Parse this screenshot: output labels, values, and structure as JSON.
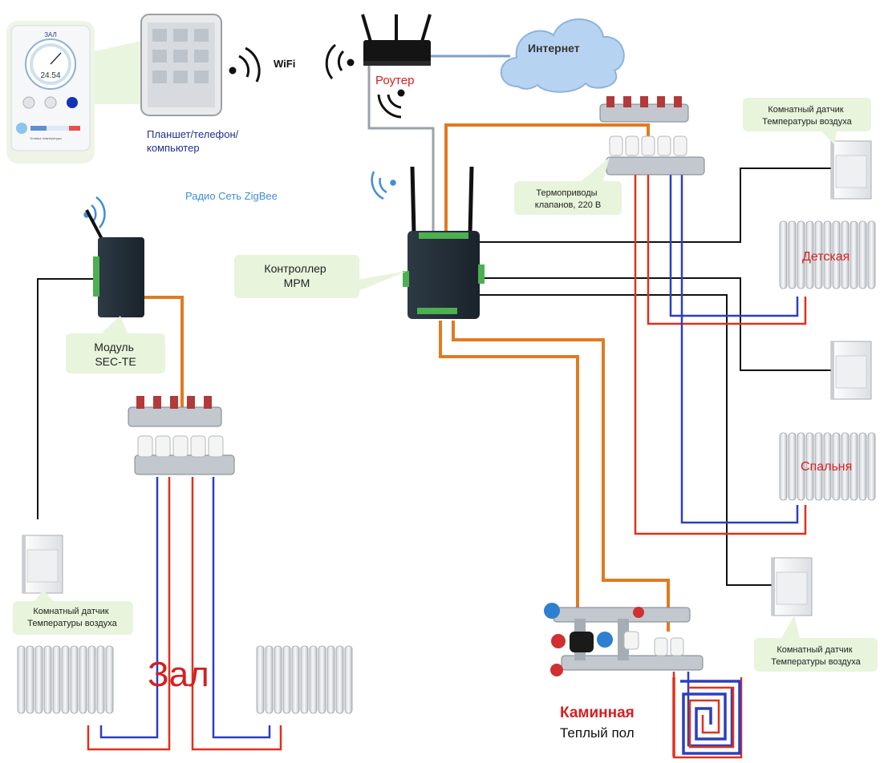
{
  "labels": {
    "tablet": [
      "Планшет/телефон/",
      "компьютер"
    ],
    "wifi": "WiFi",
    "router": "Роутер",
    "internet": "Интернет",
    "zigbee": "Радио Сеть ZigBee",
    "controller": [
      "Контроллер",
      "MPM"
    ],
    "module": [
      "Модуль",
      "SEC-TE"
    ],
    "actuators": [
      "Термоприводы",
      "клапанов, 220 В"
    ],
    "sensor": [
      "Комнатный датчик",
      "Температуры воздуха"
    ],
    "rooms": {
      "children": "Детская",
      "bedroom": "Спальня",
      "hall": "Зал",
      "fireplace": "Каминная",
      "floor": "Теплый пол"
    }
  },
  "thermostat_screen": {
    "room": "ЗАЛ",
    "temperature": "24.54",
    "bar_label": "Уставка температуры"
  },
  "colors": {
    "callout_fill": "#e8f4dc",
    "orange_cable": "#e07b22",
    "red_pipe": "#e0301e",
    "blue_pipe": "#2b3fbf",
    "wire": "#111111",
    "cloud": "#b7d3f2",
    "tablet_text": "#1f2f8f",
    "zigbee_text": "#3e8fd8",
    "room_label": "#d42020"
  }
}
